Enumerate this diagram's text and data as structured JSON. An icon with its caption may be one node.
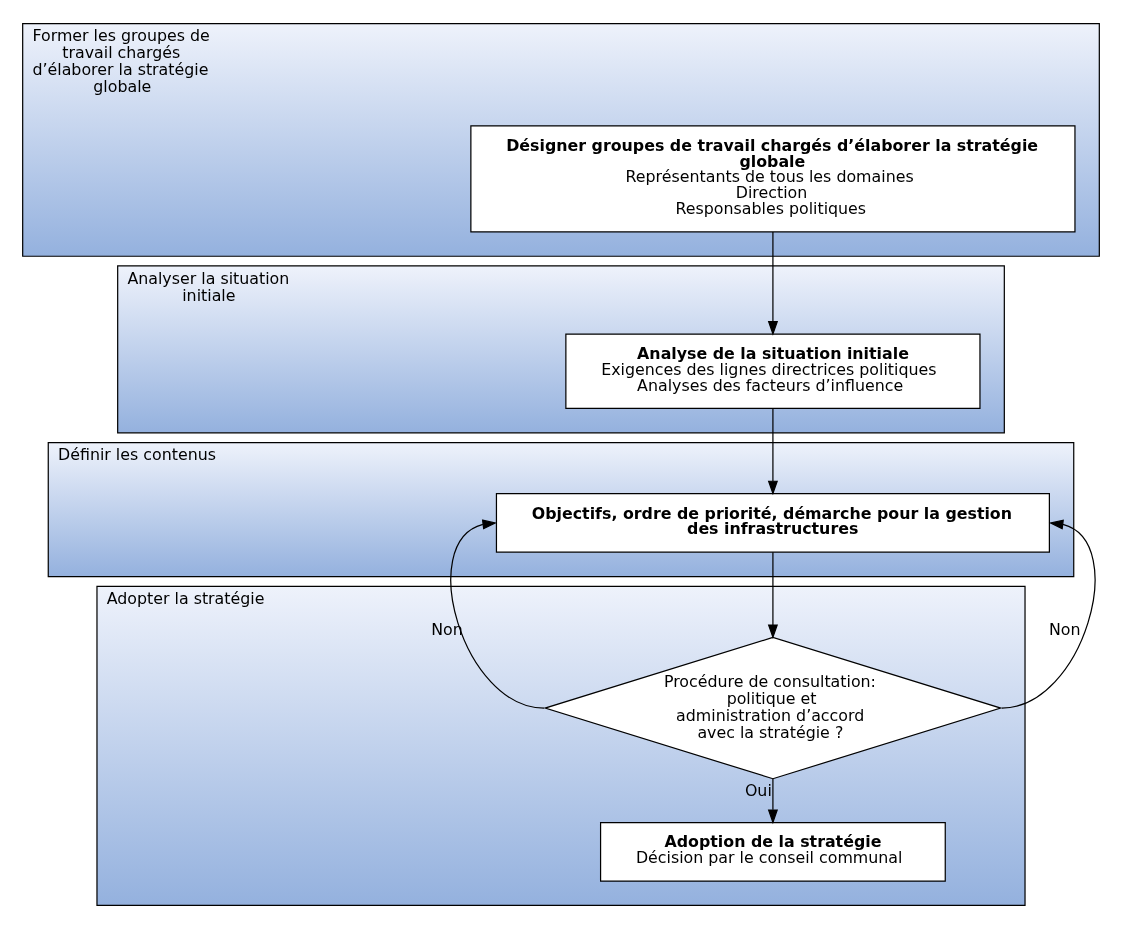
{
  "diagram": {
    "nodes": [
      {
        "text": [
          "Former les groupes de travail chargés d’élaborer la stratégie globale"
        ]
      },
      {
        "text": [
          "Désigner groupes de travail chargés d’élaborer la stratégie globale",
          "Représentants de tous les domaines",
          "Direction",
          "Responsables politiques"
        ],
        "in": 0
      },
      {
        "text": [
          "Analyser la situation initiale"
        ]
      },
      {
        "text": [
          "Analyse de la situation initiale",
          "Exigences des lignes directrices politiques",
          "Analyses des facteurs d’influence"
        ],
        "in": 2
      },
      {
        "text": [
          "Définir les contenus"
        ]
      },
      {
        "text": [
          "Objectifs, ordre de priorité, démarche pour la gestion des infrastructures"
        ],
        "in": 4
      },
      {
        "text": [
          "Adopter la stratégie"
        ]
      },
      {
        "text": [
          "Procédure de consultation: politique et administration d’accord avec la stratégie ?"
        ],
        "in": 6
      },
      {
        "text": [
          "Adoption de la stratégie",
          "Décision par le conseil communal"
        ],
        "in": 6
      }
    ],
    "edges": [
      {
        "from": 1,
        "to": 3,
        "arrow": "to"
      },
      {
        "from": 3,
        "to": 5,
        "arrow": "to"
      },
      {
        "from": 5,
        "to": 7,
        "arrow": "to"
      },
      {
        "from": 7,
        "to": 5,
        "arrow": "to",
        "label": "Non"
      },
      {
        "from": 7,
        "to": 5,
        "arrow": "to",
        "label": "Non"
      },
      {
        "from": 7,
        "to": 8,
        "arrow": "to",
        "label": "Oui"
      }
    ]
  }
}
